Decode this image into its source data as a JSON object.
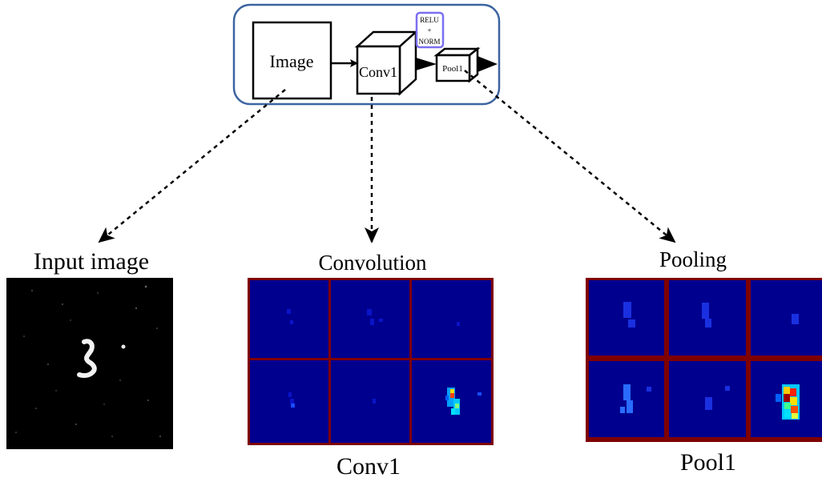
{
  "pipeline": {
    "image_label": "Image",
    "conv_label": "Conv1",
    "relu_label_1": "RELU",
    "relu_label_2": "+",
    "relu_label_3": "NORM",
    "pool_label": "Pool1",
    "border_color": "#3c64a0",
    "relu_border_color": "#7a6ff0"
  },
  "panels": {
    "input": {
      "title": "Input image"
    },
    "convolution": {
      "title": "Convolution",
      "caption": "Conv1"
    },
    "pooling": {
      "title": "Pooling",
      "caption": "Pool1"
    }
  },
  "colors": {
    "feature_bg": "#00008f",
    "grid_line": "#7f0000",
    "input_bg": "#000000"
  }
}
